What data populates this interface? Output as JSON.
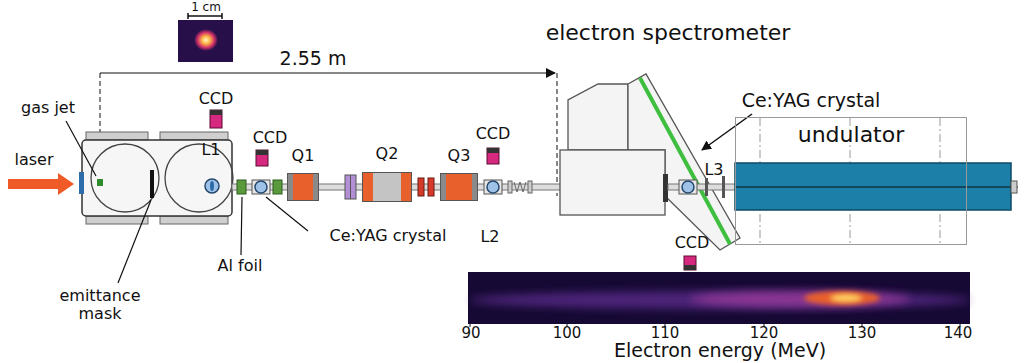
{
  "diagram": {
    "nodes": [
      {
        "text": [
          "Q1"
        ]
      },
      {
        "text": [
          "Q2"
        ]
      },
      {
        "text": [
          "Q3"
        ]
      },
      {
        "text": [
          "undulator"
        ]
      }
    ],
    "labels": [
      "1 cm",
      "electron spectrometer",
      "2.55 m",
      "Ce:YAG crystal",
      "gas jet",
      "CCD",
      "L1",
      "CCD",
      "CCD",
      "laser",
      "L3",
      "L2",
      "emittance mask",
      "Al foil",
      "Ce:YAG crystal",
      "CCD",
      "90",
      "100",
      "110",
      "120",
      "130",
      "140",
      "Electron energy (MeV)"
    ]
  }
}
